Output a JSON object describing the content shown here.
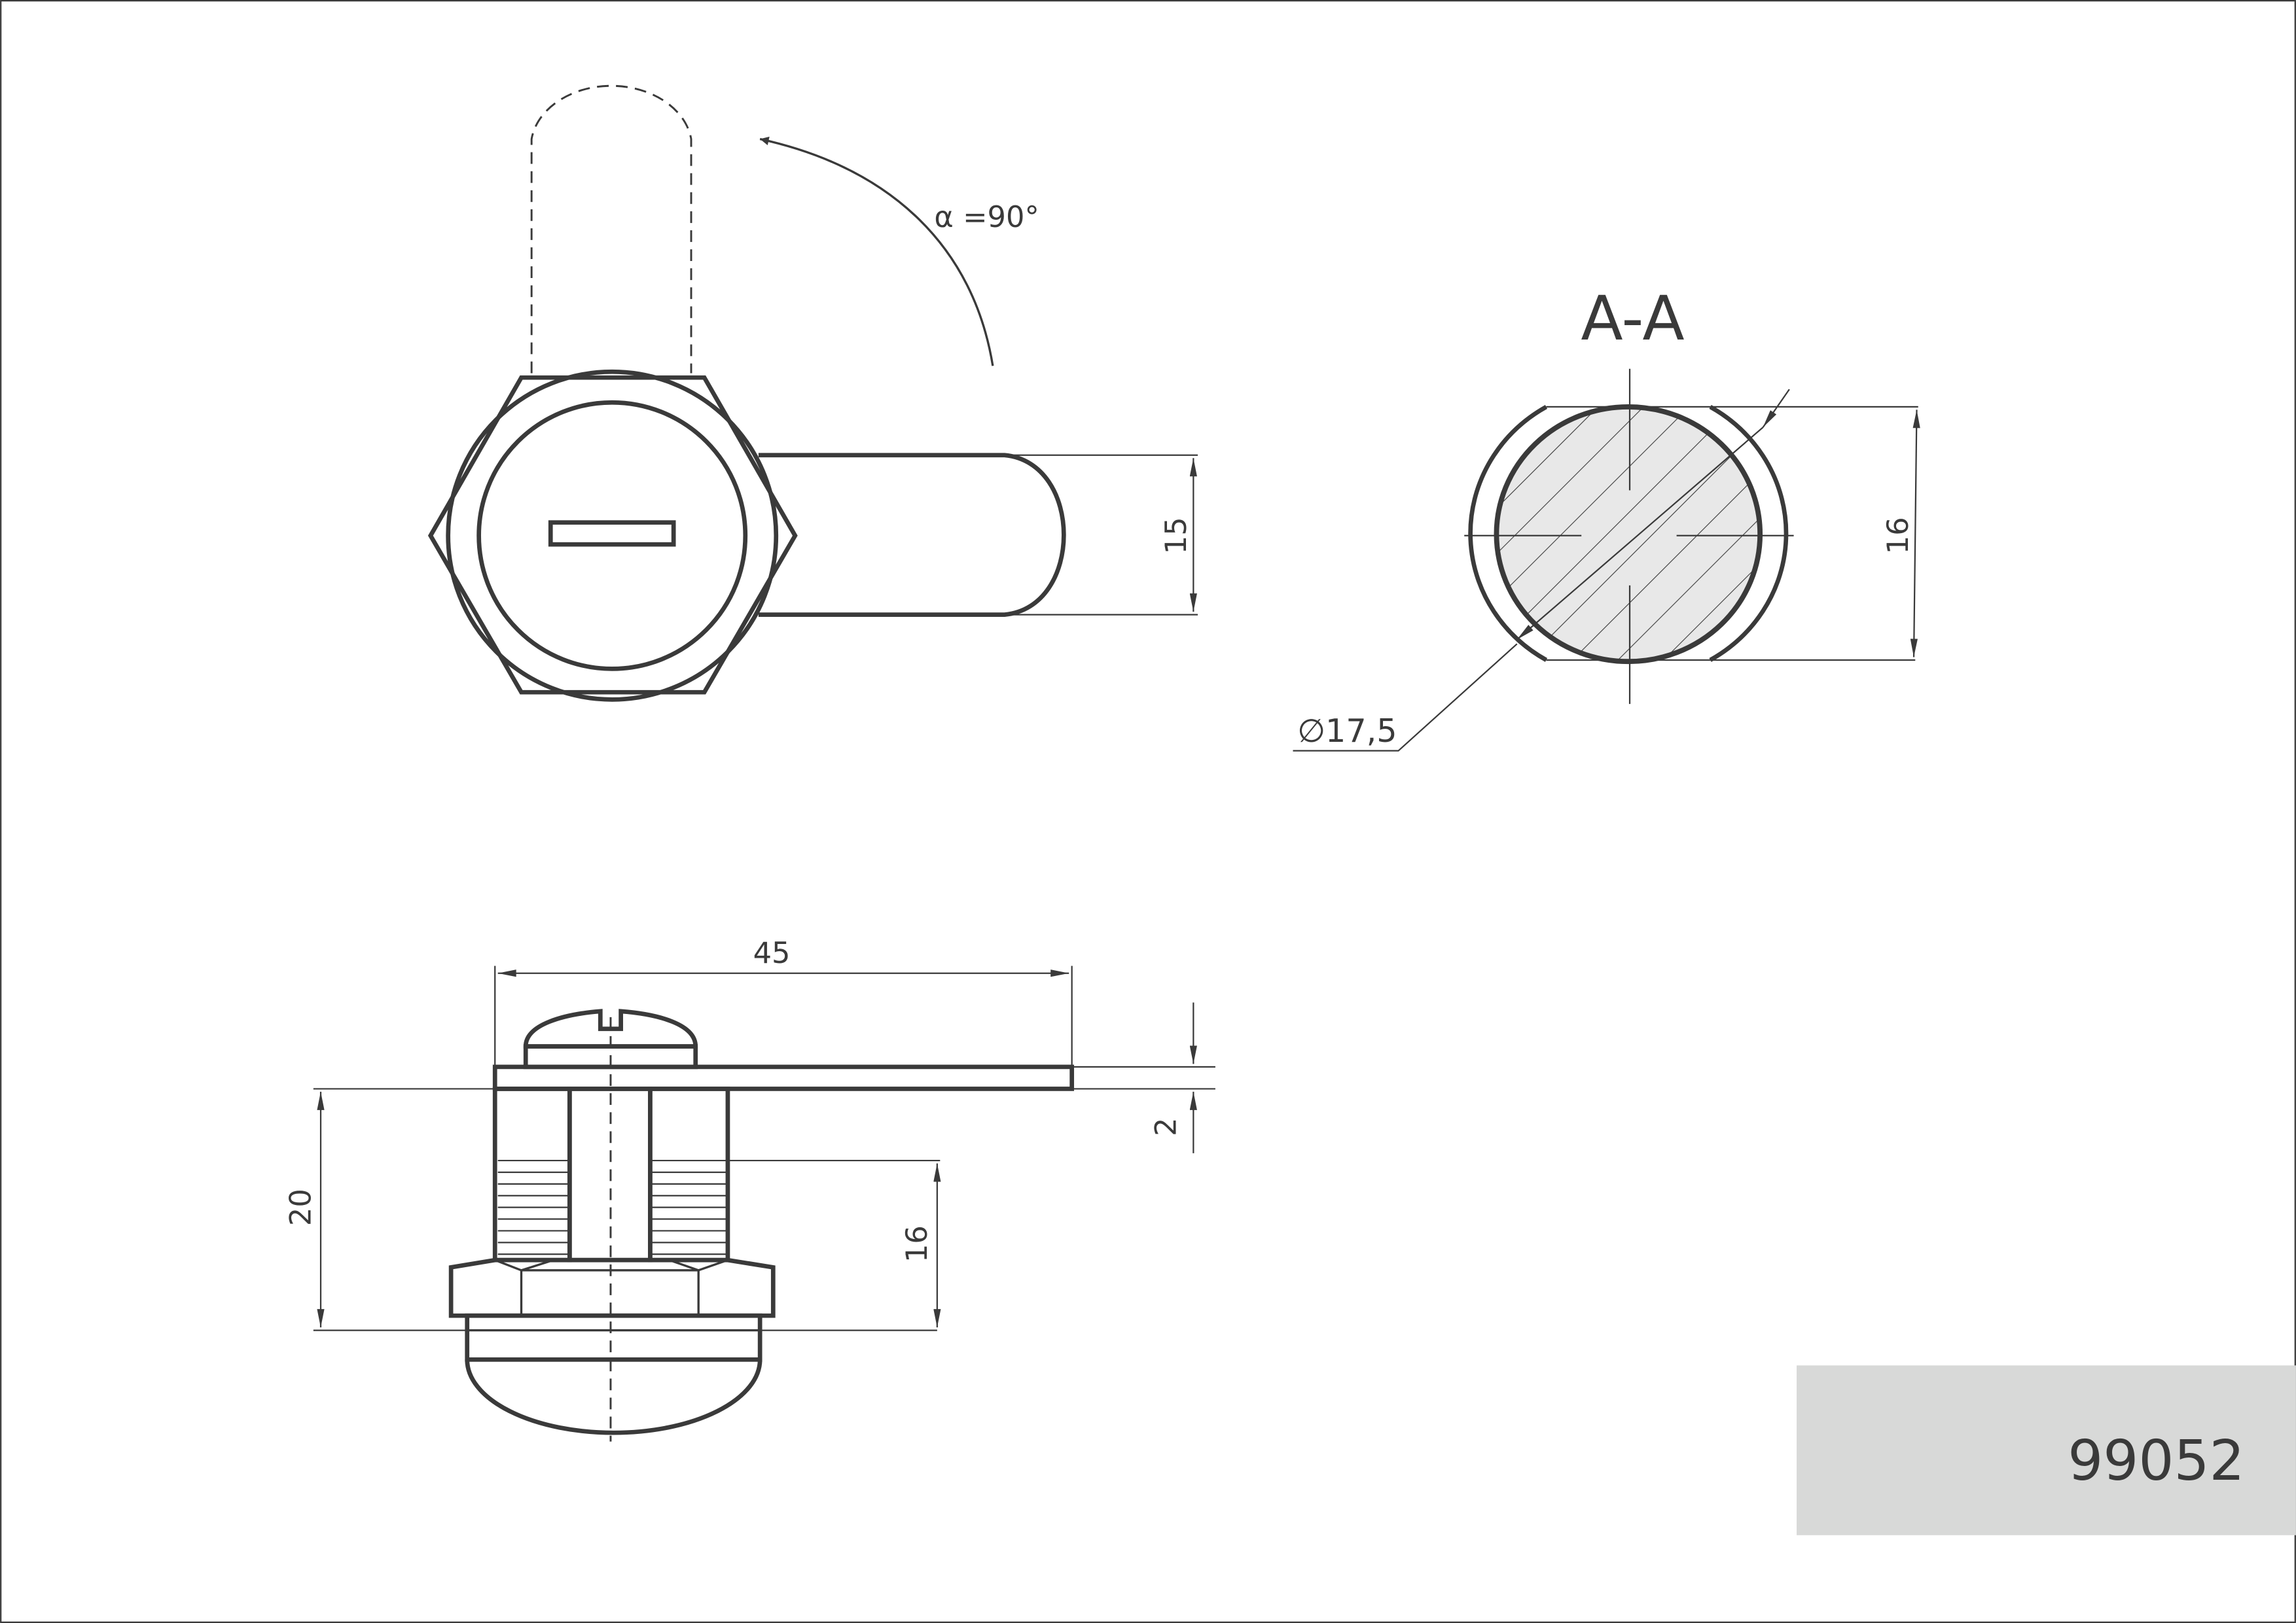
{
  "drawing": {
    "section_title": "A-A",
    "rotation_angle_label": "α =90°",
    "dimensions": {
      "cam_width": "15",
      "section_height": "16",
      "section_diameter": "∅17,5",
      "cam_length": "45",
      "cam_thickness": "2",
      "body_length": "20",
      "thread_length": "16"
    },
    "title_block": {
      "part_number": "99052"
    },
    "colors": {
      "line": "#3a3a3a",
      "section_fill": "#e8e8e8",
      "title_block": "#d8d9d8"
    }
  }
}
